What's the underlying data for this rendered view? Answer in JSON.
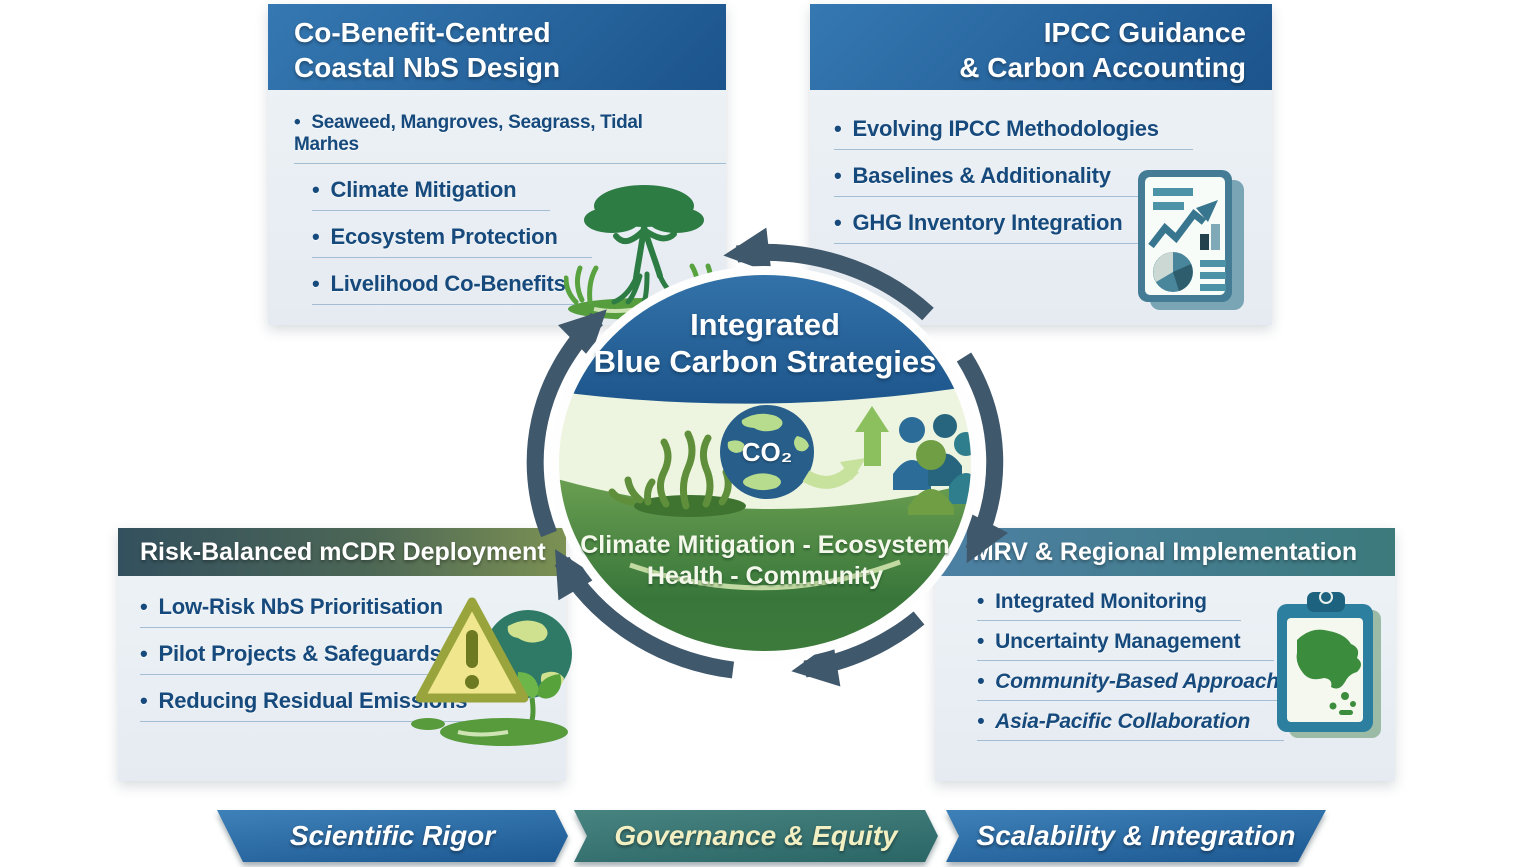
{
  "center": {
    "title_line1": "Integrated",
    "title_line2": "Blue Carbon Strategies",
    "subtitle_line1": "Climate Mitigation - Ecosystem",
    "subtitle_line2": "Health - Community",
    "co2_label": "CO₂",
    "icons": [
      "seaweed-icon",
      "globe-co2-icon",
      "up-arrow-icon",
      "community-people-icon",
      "cycle-arrows-icon"
    ]
  },
  "boxes": {
    "top_left": {
      "title_line1": "Co-Benefit-Centred",
      "title_line2": "Coastal NbS Design",
      "bullets": [
        "Seaweed, Mangroves, Seagrass, Tidal Marhes",
        "Climate Mitigation",
        "Ecosystem Protection",
        "Livelihood Co-Benefits"
      ],
      "icon": "mangrove-ecosystem-icon"
    },
    "top_right": {
      "title_line1": "IPCC Guidance",
      "title_line2": "& Carbon Accounting",
      "bullets": [
        "Evolving IPCC Methodologies",
        "Baselines & Additionality",
        "GHG Inventory Integration"
      ],
      "icon": "report-chart-icon"
    },
    "bottom_left": {
      "title": "Risk-Balanced mCDR Deployment",
      "bullets": [
        "Low-Risk NbS Prioritisation",
        "Pilot Projects & Safeguards",
        "Reducing Residual Emissions"
      ],
      "icon": "warning-globe-sprout-icon"
    },
    "bottom_right": {
      "title": "MRV & Regional Implementation",
      "bullets": [
        "Integrated Monitoring",
        "Uncertainty Management",
        "Community-Based Approaches",
        "Asia-Pacific Collaboration"
      ],
      "icon": "clipboard-asia-map-icon"
    }
  },
  "banner": {
    "segments": [
      {
        "label": "Scientific Rigor"
      },
      {
        "label": "Governance & Equity"
      },
      {
        "label": "Scalability & Integration"
      }
    ]
  },
  "colors": {
    "header_blue": "#2465a0",
    "header_slate_olive": "#33505e",
    "header_teal": "#3c7a7c",
    "bullet_text": "#174a7c",
    "circle_blue": "#2a6da6",
    "circle_green": "#3f7c3c",
    "arrow_slate": "#40586c",
    "banner_blue": "#25639e",
    "banner_teal": "#35716f",
    "banner_mid_text": "#f2efc2"
  }
}
